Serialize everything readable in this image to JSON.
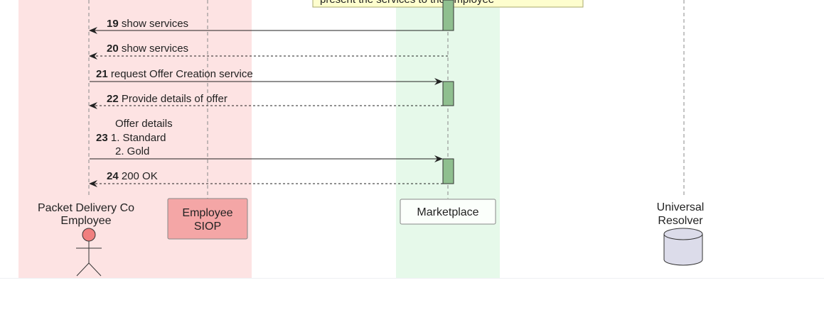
{
  "colors": {
    "employee_zone": "#fde3e3",
    "marketplace_zone": "#e6f9ea",
    "activation": "#8fbf8f",
    "siop_fill": "#f4a6a6",
    "note_fill": "#fefece",
    "db_fill": "#dcdcea",
    "actor_head": "#f07f7f"
  },
  "note": {
    "text": "present the services to the employee"
  },
  "messages": [
    {
      "num": "19",
      "label": "show services"
    },
    {
      "num": "20",
      "label": "show services"
    },
    {
      "num": "21",
      "label": "request Offer Creation service"
    },
    {
      "num": "22",
      "label": "Provide details of offer"
    },
    {
      "num": "23",
      "label_lines": [
        "Offer details",
        "1. Standard",
        "2. Gold"
      ]
    },
    {
      "num": "24",
      "label": "200 OK"
    }
  ],
  "participants": {
    "employee": {
      "line1": "Packet Delivery Co",
      "line2": "Employee",
      "icon": "actor-icon"
    },
    "siop": {
      "line1": "Employee",
      "line2": "SIOP"
    },
    "marketplace": {
      "label": "Marketplace"
    },
    "resolver": {
      "line1": "Universal",
      "line2": "Resolver",
      "icon": "database-icon"
    }
  }
}
